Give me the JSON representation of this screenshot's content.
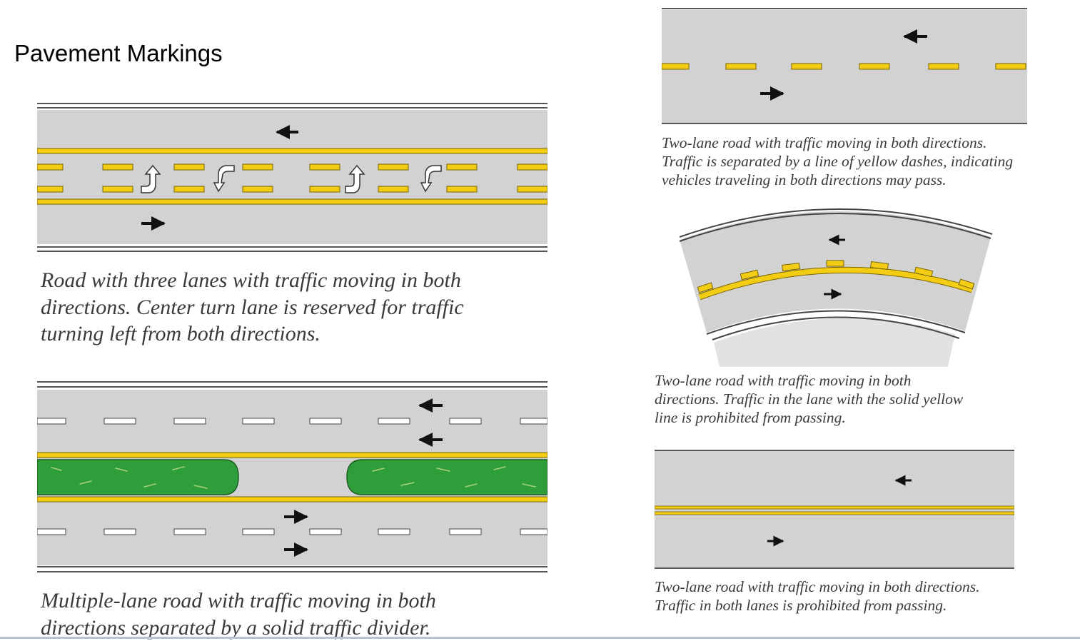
{
  "page": {
    "title": "Pavement Markings"
  },
  "panels": [
    {
      "id": "three-lane",
      "caption_lines": [
        "Road with three lanes with traffic moving in both",
        "directions. Center turn lane is reserved for traffic",
        "turning left from both directions."
      ]
    },
    {
      "id": "multi-lane",
      "caption_lines": [
        "Multiple-lane road with traffic moving in both",
        "directions separated by a solid traffic divider."
      ]
    },
    {
      "id": "two-lane-dashed",
      "caption_lines": [
        "Two-lane road with traffic moving in both directions.",
        "Traffic is separated by a line of yellow dashes, indicating",
        "vehicles traveling in both directions may pass."
      ]
    },
    {
      "id": "two-lane-curve",
      "caption_lines": [
        "Two-lane road with traffic moving in both",
        "directions. Traffic in the lane with the solid yellow",
        "line is prohibited from passing."
      ]
    },
    {
      "id": "two-lane-double",
      "caption_lines": [
        "Two-lane road with traffic moving in both directions.",
        "Traffic in both lanes is prohibited from passing."
      ]
    }
  ],
  "colors": {
    "pavement": "#d2d2d2",
    "yellow": "#f3cc14",
    "white": "#ffffff",
    "median_grass": "#2e9e3a",
    "arrow": "#111111"
  }
}
